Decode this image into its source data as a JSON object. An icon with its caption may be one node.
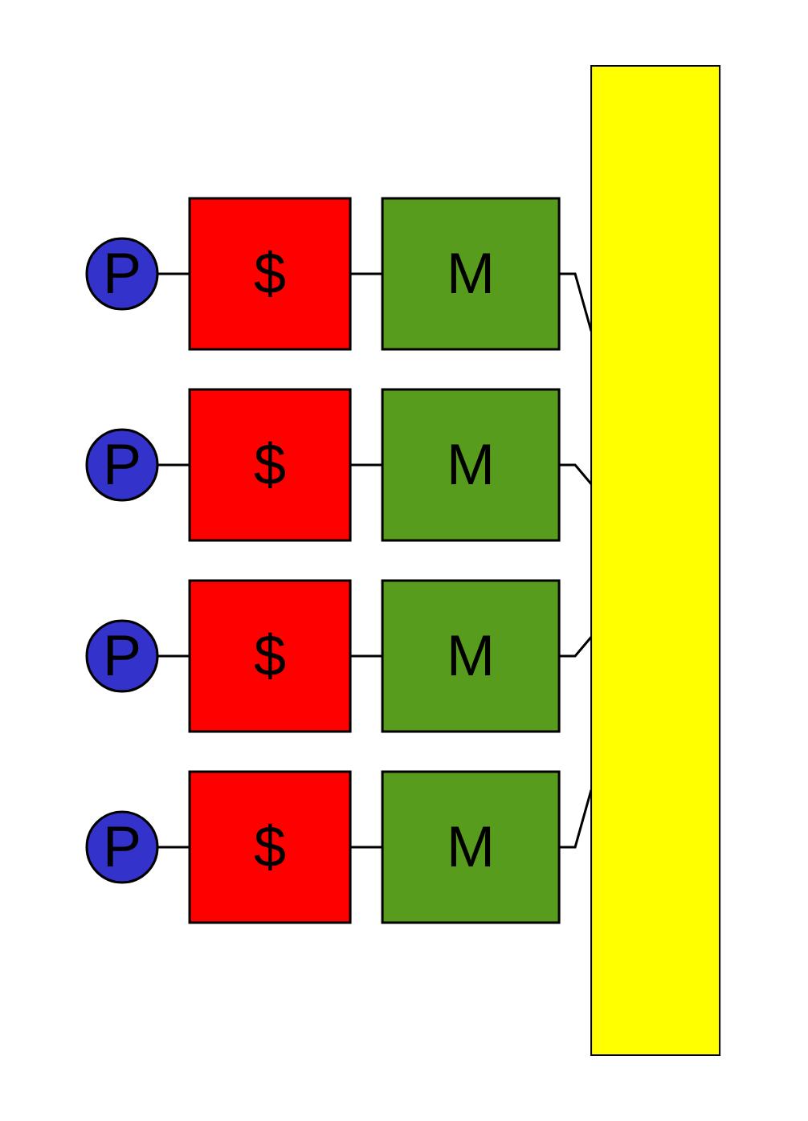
{
  "diagram": {
    "nodes": [
      {
        "text": [
          "P"
        ]
      },
      {
        "text": [
          "$"
        ]
      },
      {
        "text": [
          "M"
        ]
      },
      {
        "text": [],
        "shape": "bar"
      },
      {
        "text": [
          "P"
        ]
      },
      {
        "text": [
          "$"
        ]
      },
      {
        "text": [
          "M"
        ]
      },
      {
        "text": [
          "P"
        ]
      },
      {
        "text": [
          "$"
        ]
      },
      {
        "text": [
          "M"
        ]
      },
      {
        "text": [
          "P"
        ]
      },
      {
        "text": [
          "$"
        ]
      },
      {
        "text": [
          "M"
        ]
      }
    ],
    "edges": [
      {
        "from": 0,
        "to": 1,
        "arrow": "none"
      },
      {
        "from": 1,
        "to": 2,
        "arrow": "none"
      },
      {
        "from": 2,
        "to": 3,
        "arrow": "none"
      },
      {
        "from": 4,
        "to": 5,
        "arrow": "none"
      },
      {
        "from": 5,
        "to": 6,
        "arrow": "none"
      },
      {
        "from": 6,
        "to": 3,
        "arrow": "none"
      },
      {
        "from": 7,
        "to": 8,
        "arrow": "none"
      },
      {
        "from": 8,
        "to": 9,
        "arrow": "none"
      },
      {
        "from": 9,
        "to": 3,
        "arrow": "none"
      },
      {
        "from": 10,
        "to": 11,
        "arrow": "none"
      },
      {
        "from": 11,
        "to": 12,
        "arrow": "none"
      },
      {
        "from": 12,
        "to": 3,
        "arrow": "none"
      }
    ]
  }
}
